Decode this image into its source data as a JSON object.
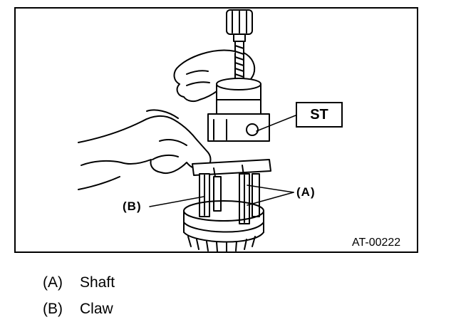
{
  "figure": {
    "callouts": {
      "st": "ST",
      "a": "(A)",
      "b": "(B)"
    },
    "code": "AT-00222"
  },
  "legend": [
    {
      "key": "(A)",
      "text": "Shaft"
    },
    {
      "key": "(B)",
      "text": "Claw"
    }
  ]
}
